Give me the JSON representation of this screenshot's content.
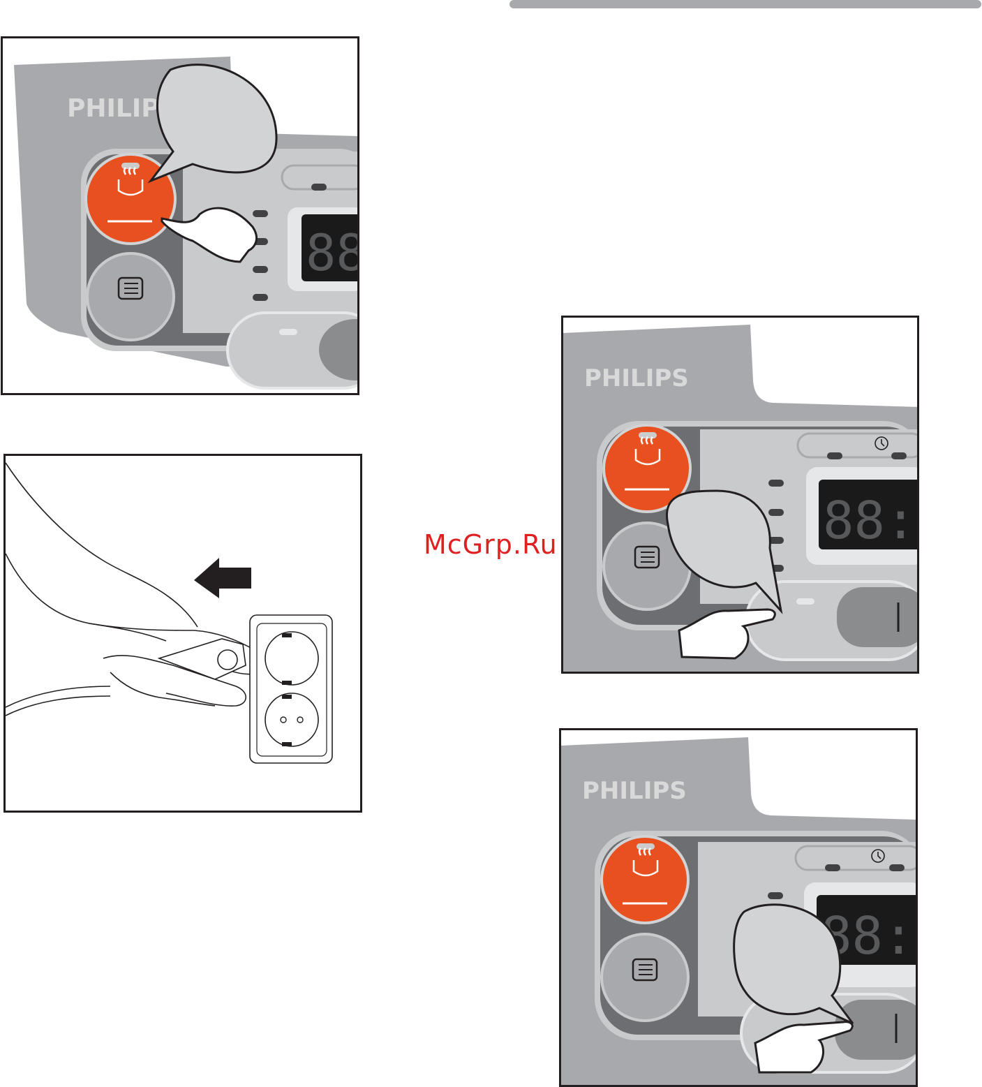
{
  "brand": "PHILIPS",
  "watermark": "McGrp.Ru",
  "display_digits": "88",
  "display_digits_colon": "88:",
  "colors": {
    "accent_orange": "#e8501f",
    "panel_gray": "#a7a9ac",
    "dark_gray": "#6d6e71",
    "display_black": "#1a1a1a",
    "watermark_red": "#e02020"
  },
  "icons": {
    "heat_button": "steam-pot-icon",
    "menu_button": "menu-list-icon",
    "plug": "plug-icon",
    "arrow": "arrow-left-icon",
    "timer": "clock-icon"
  }
}
